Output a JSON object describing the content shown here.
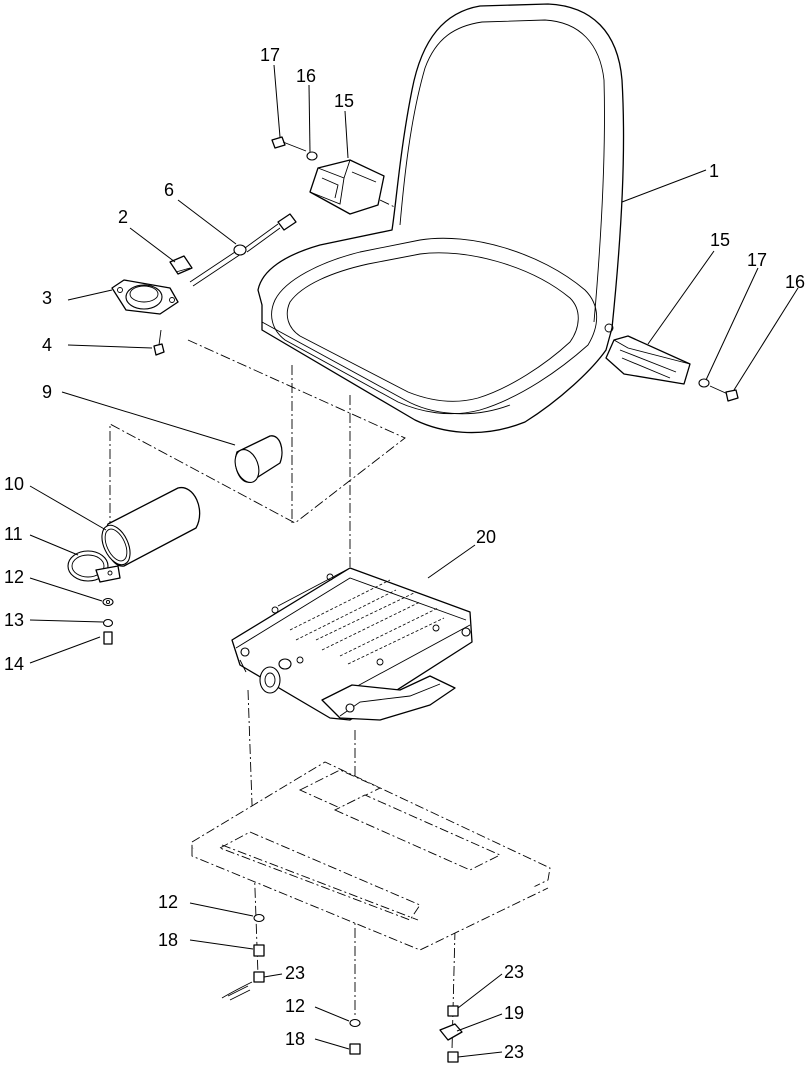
{
  "callouts": [
    {
      "id": "c1",
      "text": "1"
    },
    {
      "id": "c2",
      "text": "2"
    },
    {
      "id": "c3",
      "text": "3"
    },
    {
      "id": "c4",
      "text": "4"
    },
    {
      "id": "c6",
      "text": "6"
    },
    {
      "id": "c9",
      "text": "9"
    },
    {
      "id": "c10",
      "text": "10"
    },
    {
      "id": "c11",
      "text": "11"
    },
    {
      "id": "c12a",
      "text": "12"
    },
    {
      "id": "c13",
      "text": "13"
    },
    {
      "id": "c14",
      "text": "14"
    },
    {
      "id": "c15a",
      "text": "15"
    },
    {
      "id": "c16a",
      "text": "16"
    },
    {
      "id": "c17a",
      "text": "17"
    },
    {
      "id": "c15b",
      "text": "15"
    },
    {
      "id": "c17b",
      "text": "17"
    },
    {
      "id": "c16b",
      "text": "16"
    },
    {
      "id": "c20",
      "text": "20"
    },
    {
      "id": "c12b",
      "text": "12"
    },
    {
      "id": "c18a",
      "text": "18"
    },
    {
      "id": "c23a",
      "text": "23"
    },
    {
      "id": "c12c",
      "text": "12"
    },
    {
      "id": "c18b",
      "text": "18"
    },
    {
      "id": "c23b",
      "text": "23"
    },
    {
      "id": "c19",
      "text": "19"
    },
    {
      "id": "c23c",
      "text": "23"
    }
  ]
}
